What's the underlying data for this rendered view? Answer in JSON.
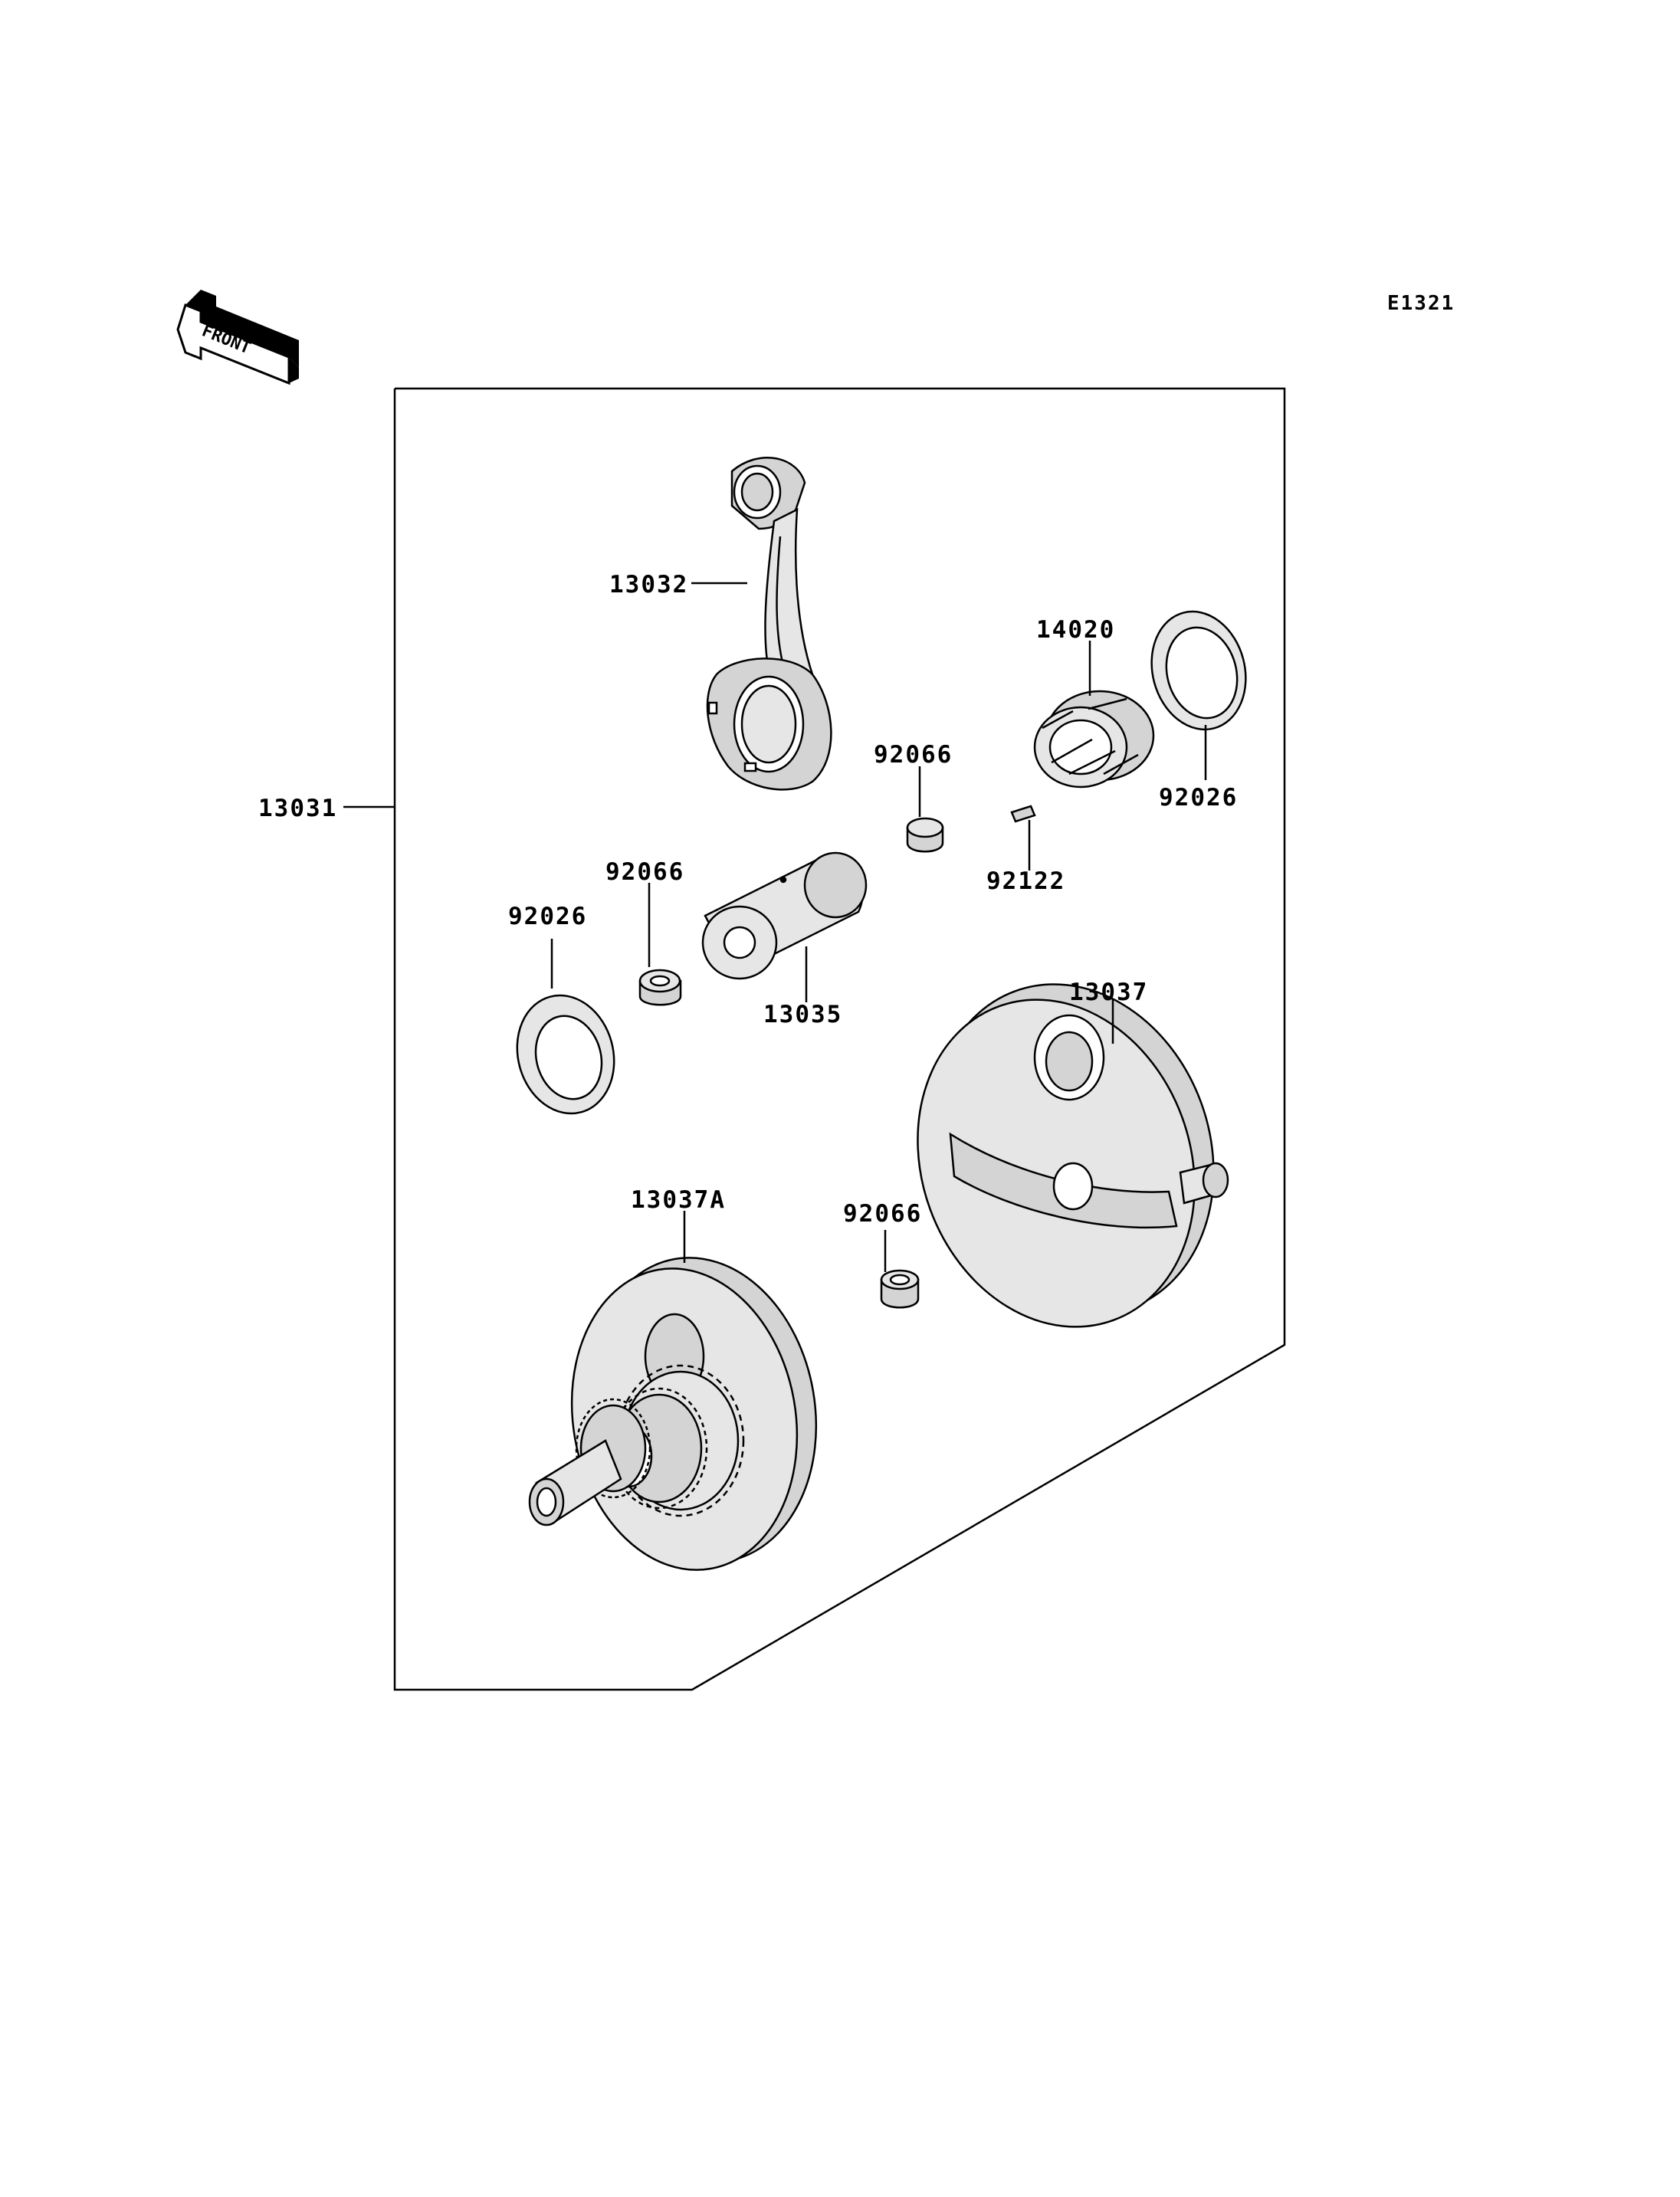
{
  "diagram_code": "E1321",
  "front_label": "FRONT",
  "callouts": {
    "assembly": "13031",
    "connecting_rod": "13032",
    "needle_bearing": "14020",
    "washer_right": "92026",
    "washer_left": "92026",
    "collar_upper": "92066",
    "collar_left": "92066",
    "collar_lower": "92066",
    "pin": "92122",
    "crank_pin": "13035",
    "flywheel_right": "13037",
    "flywheel_left": "13037A"
  }
}
